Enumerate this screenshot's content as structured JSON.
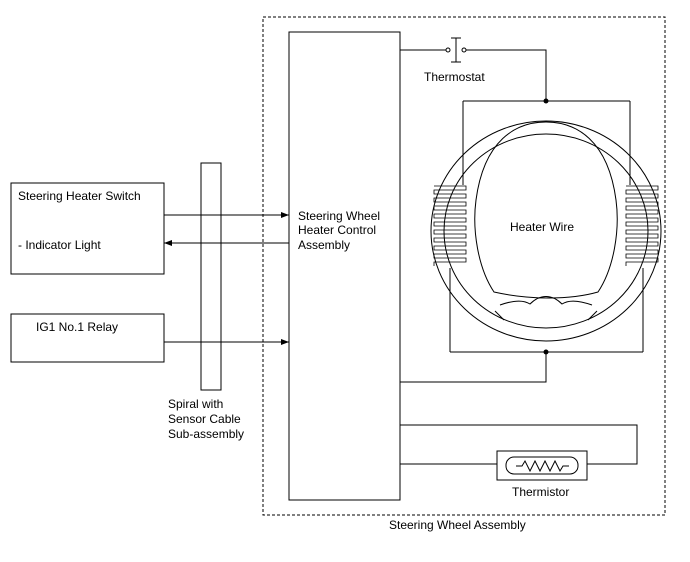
{
  "diagram": {
    "boxes": {
      "switch_title": "Steering Heater Switch",
      "switch_indicator": "- Indicator Light",
      "relay": "IG1 No.1 Relay",
      "control_line1": "Steering Wheel",
      "control_line2": "Heater Control",
      "control_line3": "Assembly"
    },
    "labels": {
      "spiral_line1": "Spiral with",
      "spiral_line2": "Sensor Cable",
      "spiral_line3": "Sub-assembly",
      "thermostat": "Thermostat",
      "heater_wire": "Heater Wire",
      "thermistor": "Thermistor",
      "assembly": "Steering Wheel Assembly"
    }
  }
}
